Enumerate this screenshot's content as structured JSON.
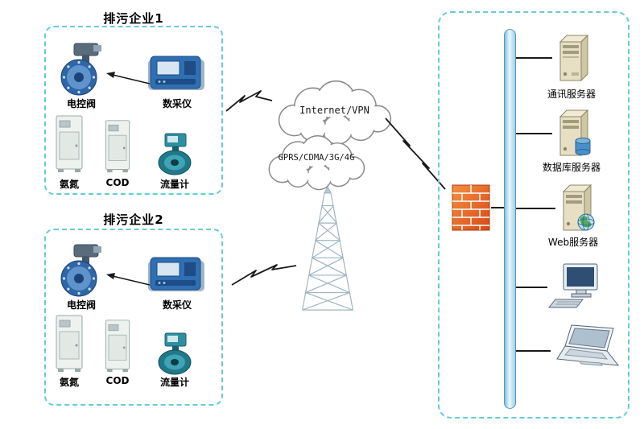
{
  "enterprises": [
    {
      "title": "排污企业1",
      "devices": {
        "valve": "电控阀",
        "collector": "数采仪",
        "ammonia": "氨氮",
        "cod": "COD",
        "flowmeter": "流量计"
      }
    },
    {
      "title": "排污企业2",
      "devices": {
        "valve": "电控阀",
        "collector": "数采仪",
        "ammonia": "氨氮",
        "cod": "COD",
        "flowmeter": "流量计"
      }
    }
  ],
  "network": {
    "cloud_internet": "Internet/VPN",
    "cloud_gprs": "GPRS/CDMA/3G/4G"
  },
  "datacenter": {
    "servers": [
      {
        "label": "通讯服务器"
      },
      {
        "label": "数据库服务器"
      },
      {
        "label": "Web服务器"
      }
    ]
  },
  "icons": [
    "valve-icon",
    "data-collector-icon",
    "cabinet-icon",
    "flowmeter-icon",
    "arrow-link-icon",
    "cloud-icon",
    "radio-tower-icon",
    "lightning-link-icon",
    "firewall-icon",
    "bus-bar-icon",
    "server-icon",
    "database-server-icon",
    "web-server-icon",
    "desktop-computer-icon",
    "laptop-icon"
  ],
  "colors": {
    "dashed_border": "#63ccda",
    "bus_fill": "#bfe3f2",
    "firewall_orange": "#e87028",
    "device_blue": "#2f6fb2",
    "meter_teal": "#207888"
  }
}
